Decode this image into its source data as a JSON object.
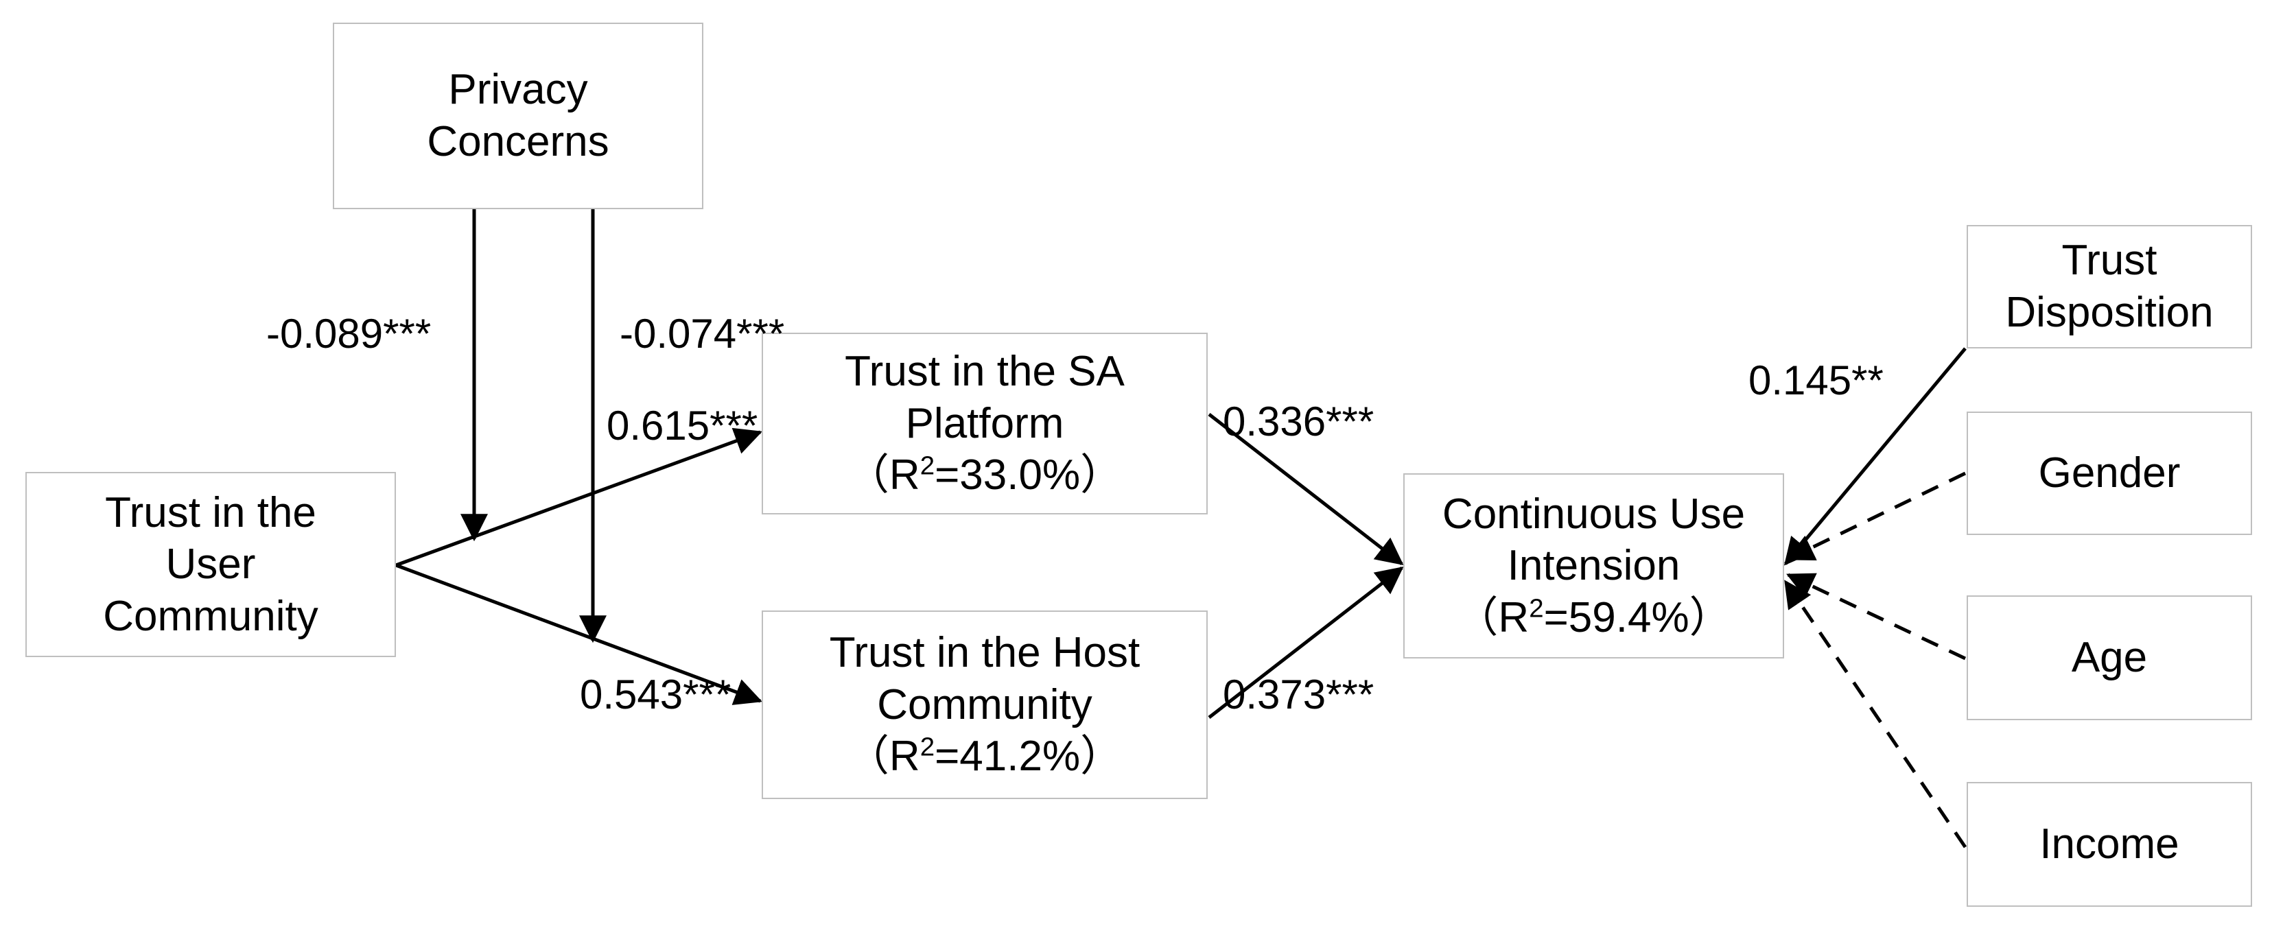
{
  "diagram": {
    "type": "structural-equation-model",
    "nodes": [
      {
        "id": "privacy-concerns",
        "label": "Privacy\nConcerns",
        "r2": null
      },
      {
        "id": "trust-user-community",
        "label": "Trust in the\nUser\nCommunity",
        "r2": null
      },
      {
        "id": "trust-sa-platform",
        "label": "Trust in the SA\nPlatform",
        "r2_prefix": "（R",
        "r2_exp": "2",
        "r2_suffix": "=33.0%）"
      },
      {
        "id": "trust-host-community",
        "label": "Trust in the Host\nCommunity",
        "r2_prefix": "（R",
        "r2_exp": "2",
        "r2_suffix": "=41.2%）"
      },
      {
        "id": "continuous-use-intension",
        "label": "Continuous Use\nIntension",
        "r2_prefix": "（R",
        "r2_exp": "2",
        "r2_suffix": "=59.4%）"
      },
      {
        "id": "trust-disposition",
        "label": "Trust\nDisposition",
        "r2": null
      },
      {
        "id": "gender",
        "label": "Gender",
        "r2": null
      },
      {
        "id": "age",
        "label": "Age",
        "r2": null
      },
      {
        "id": "income",
        "label": "Income",
        "r2": null
      }
    ],
    "edges": [
      {
        "id": "pc-to-tuc",
        "from": "privacy-concerns",
        "to": "trust-sa-platform-path",
        "coefficient": "-0.089***",
        "value": -0.089,
        "significance": "***",
        "style": "solid"
      },
      {
        "id": "pc-to-thc",
        "from": "privacy-concerns",
        "to": "trust-host-community-path",
        "coefficient": "-0.074***",
        "value": -0.074,
        "significance": "***",
        "style": "solid"
      },
      {
        "id": "tuc-to-sa",
        "from": "trust-user-community",
        "to": "trust-sa-platform",
        "coefficient": "0.615***",
        "value": 0.615,
        "significance": "***",
        "style": "solid"
      },
      {
        "id": "tuc-to-hc",
        "from": "trust-user-community",
        "to": "trust-host-community",
        "coefficient": "0.543***",
        "value": 0.543,
        "significance": "***",
        "style": "solid"
      },
      {
        "id": "sa-to-cui",
        "from": "trust-sa-platform",
        "to": "continuous-use-intension",
        "coefficient": "0.336***",
        "value": 0.336,
        "significance": "***",
        "style": "solid"
      },
      {
        "id": "hc-to-cui",
        "from": "trust-host-community",
        "to": "continuous-use-intension",
        "coefficient": "0.373***",
        "value": 0.373,
        "significance": "***",
        "style": "solid"
      },
      {
        "id": "td-to-cui",
        "from": "trust-disposition",
        "to": "continuous-use-intension",
        "coefficient": "0.145**",
        "value": 0.145,
        "significance": "**",
        "style": "solid"
      },
      {
        "id": "gender-to-cui",
        "from": "gender",
        "to": "continuous-use-intension",
        "coefficient": "",
        "value": null,
        "significance": "",
        "style": "dashed"
      },
      {
        "id": "age-to-cui",
        "from": "age",
        "to": "continuous-use-intension",
        "coefficient": "",
        "value": null,
        "significance": "",
        "style": "dashed"
      },
      {
        "id": "income-to-cui",
        "from": "income",
        "to": "continuous-use-intension",
        "coefficient": "",
        "value": null,
        "significance": "",
        "style": "dashed"
      }
    ],
    "colors": {
      "box_border": "#bfbfbf",
      "line": "#000000",
      "text": "#000000",
      "background": "#ffffff"
    }
  }
}
